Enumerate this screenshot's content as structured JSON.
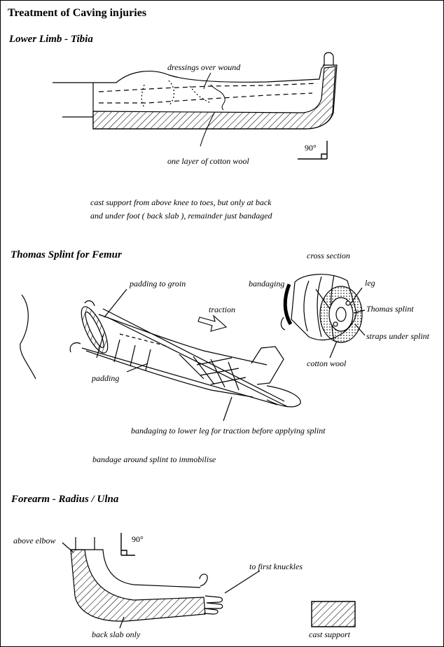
{
  "title": "Treatment of Caving injuries",
  "sections": {
    "tibia": {
      "heading": "Lower Limb - Tibia",
      "labels": {
        "dressings": "dressings over wound",
        "cotton_wool": "one layer of cotton wool",
        "angle": "90°"
      },
      "caption_lines": [
        "cast support from above knee to toes, but only at back",
        "and under foot ( back slab ), remainder just bandaged"
      ]
    },
    "femur": {
      "heading": "Thomas Splint for Femur",
      "labels": {
        "padding_to_groin": "padding to groin",
        "traction": "traction",
        "padding": "padding",
        "bandaging_lower_leg": "bandaging to lower leg for traction before applying splint",
        "bandage_around": "bandage around splint to immobilise"
      },
      "cross_section": {
        "title": "cross section",
        "labels": {
          "bandaging": "bandaging",
          "leg": "leg",
          "thomas_splint": "Thomas splint",
          "straps": "straps under splint",
          "cotton_wool": "cotton wool"
        }
      }
    },
    "forearm": {
      "heading": "Forearm - Radius / Ulna",
      "labels": {
        "above_elbow": "above elbow",
        "angle": "90°",
        "first_knuckles": "to first knuckles",
        "back_slab": "back slab only"
      }
    }
  },
  "legend": {
    "cast_support": "cast support"
  }
}
